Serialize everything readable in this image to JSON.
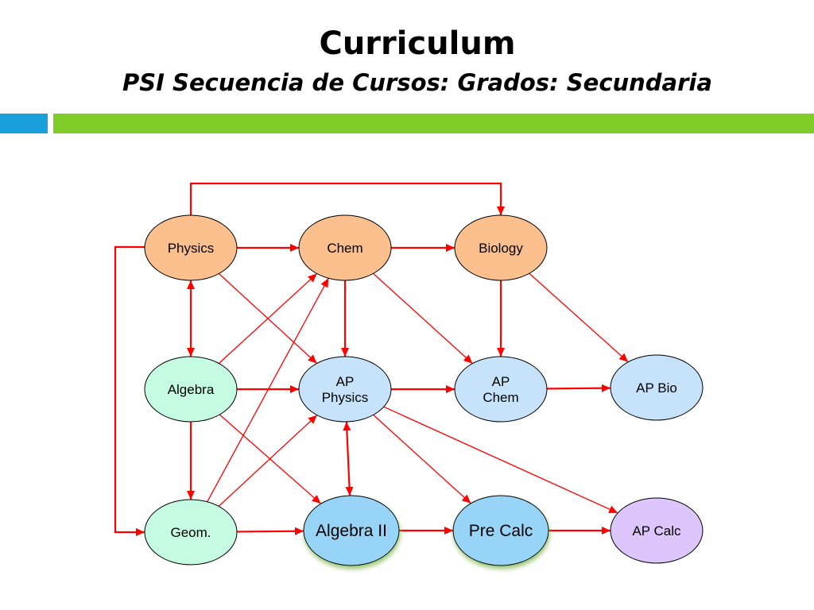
{
  "slide": {
    "title": "Curriculum",
    "subtitle": "PSI Secuencia de Cursos: Grados: Secundaria"
  },
  "colors": {
    "arrow": "#ff0000",
    "accent_blue": "#1aa1dd",
    "accent_green": "#80cd2a",
    "science_node": "#fbc08d",
    "math_node": "#c6fbe3",
    "ap_node": "#c7e3fb",
    "highlight_node": "#98d4f7",
    "calc_node": "#dcc6fb"
  },
  "diagram": {
    "nodes": [
      {
        "id": "physics",
        "label": "Physics"
      },
      {
        "id": "chem",
        "label": "Chem"
      },
      {
        "id": "biology",
        "label": "Biology"
      },
      {
        "id": "algebra",
        "label": "Algebra"
      },
      {
        "id": "ap_physics",
        "label": "AP\nPhysics"
      },
      {
        "id": "ap_chem",
        "label": "AP\nChem"
      },
      {
        "id": "ap_bio",
        "label": "AP Bio"
      },
      {
        "id": "geom",
        "label": "Geom."
      },
      {
        "id": "algebra2",
        "label": "Algebra II"
      },
      {
        "id": "precalc",
        "label": "Pre Calc"
      },
      {
        "id": "ap_calc",
        "label": "AP Calc"
      }
    ],
    "edges": [
      {
        "from": "physics",
        "to": "chem"
      },
      {
        "from": "chem",
        "to": "biology"
      },
      {
        "from": "physics",
        "to": "biology",
        "routed": true
      },
      {
        "from": "physics",
        "to": "algebra",
        "bidirectional": true
      },
      {
        "from": "physics",
        "to": "ap_physics"
      },
      {
        "from": "chem",
        "to": "ap_physics"
      },
      {
        "from": "chem",
        "to": "ap_chem"
      },
      {
        "from": "biology",
        "to": "ap_chem"
      },
      {
        "from": "biology",
        "to": "ap_bio"
      },
      {
        "from": "algebra",
        "to": "chem"
      },
      {
        "from": "algebra",
        "to": "ap_physics"
      },
      {
        "from": "algebra",
        "to": "geom"
      },
      {
        "from": "algebra",
        "to": "algebra2"
      },
      {
        "from": "geom",
        "to": "chem"
      },
      {
        "from": "geom",
        "to": "ap_physics"
      },
      {
        "from": "geom",
        "to": "algebra2"
      },
      {
        "from": "physics",
        "to": "geom",
        "routed": true
      },
      {
        "from": "ap_physics",
        "to": "ap_chem"
      },
      {
        "from": "ap_chem",
        "to": "ap_bio"
      },
      {
        "from": "ap_physics",
        "to": "algebra2",
        "bidirectional": true
      },
      {
        "from": "ap_physics",
        "to": "precalc"
      },
      {
        "from": "ap_physics",
        "to": "ap_calc"
      },
      {
        "from": "algebra2",
        "to": "precalc"
      },
      {
        "from": "precalc",
        "to": "ap_calc"
      }
    ]
  }
}
